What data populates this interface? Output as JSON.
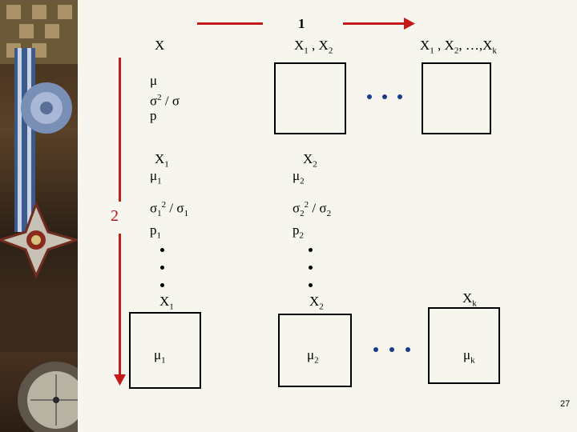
{
  "arrow_top_label": "1",
  "arrow_left_label": "2",
  "page_number": "27",
  "labels": {
    "x": "X",
    "mu": "μ",
    "sigma": "σ",
    "slash": " / ",
    "p": "p",
    "sep": " , ",
    "ellipsis_k": ", …,",
    "sq": "2",
    "sub1": "1",
    "sub2": "2",
    "subk": "k"
  },
  "colors": {
    "arrow": "#c41a1a",
    "ellipsis_dots": "#1d3a8a",
    "background": "#f7f6ee"
  }
}
